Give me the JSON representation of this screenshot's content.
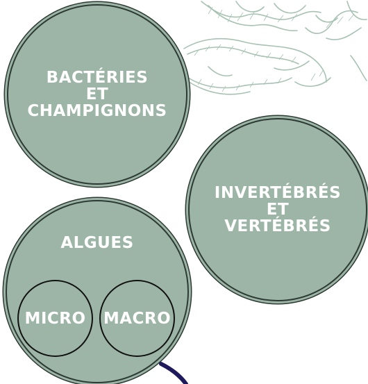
{
  "circles": {
    "bacteria": {
      "lines": [
        "BACTÉRIES",
        "ET",
        "CHAMPIGNONS"
      ]
    },
    "animals": {
      "lines": [
        "INVERTÉBRÉS",
        "ET",
        "VERTÉBRÉS"
      ]
    },
    "algae": {
      "title": "ALGUES",
      "micro": "MICRO",
      "macro": "MACRO"
    }
  },
  "colors": {
    "circle_fill": "#9db5a6",
    "outline": "#2c3a33",
    "text": "#ffffff",
    "illustration": "#a7c2b3",
    "accent_stroke": "#1f1a5c"
  }
}
